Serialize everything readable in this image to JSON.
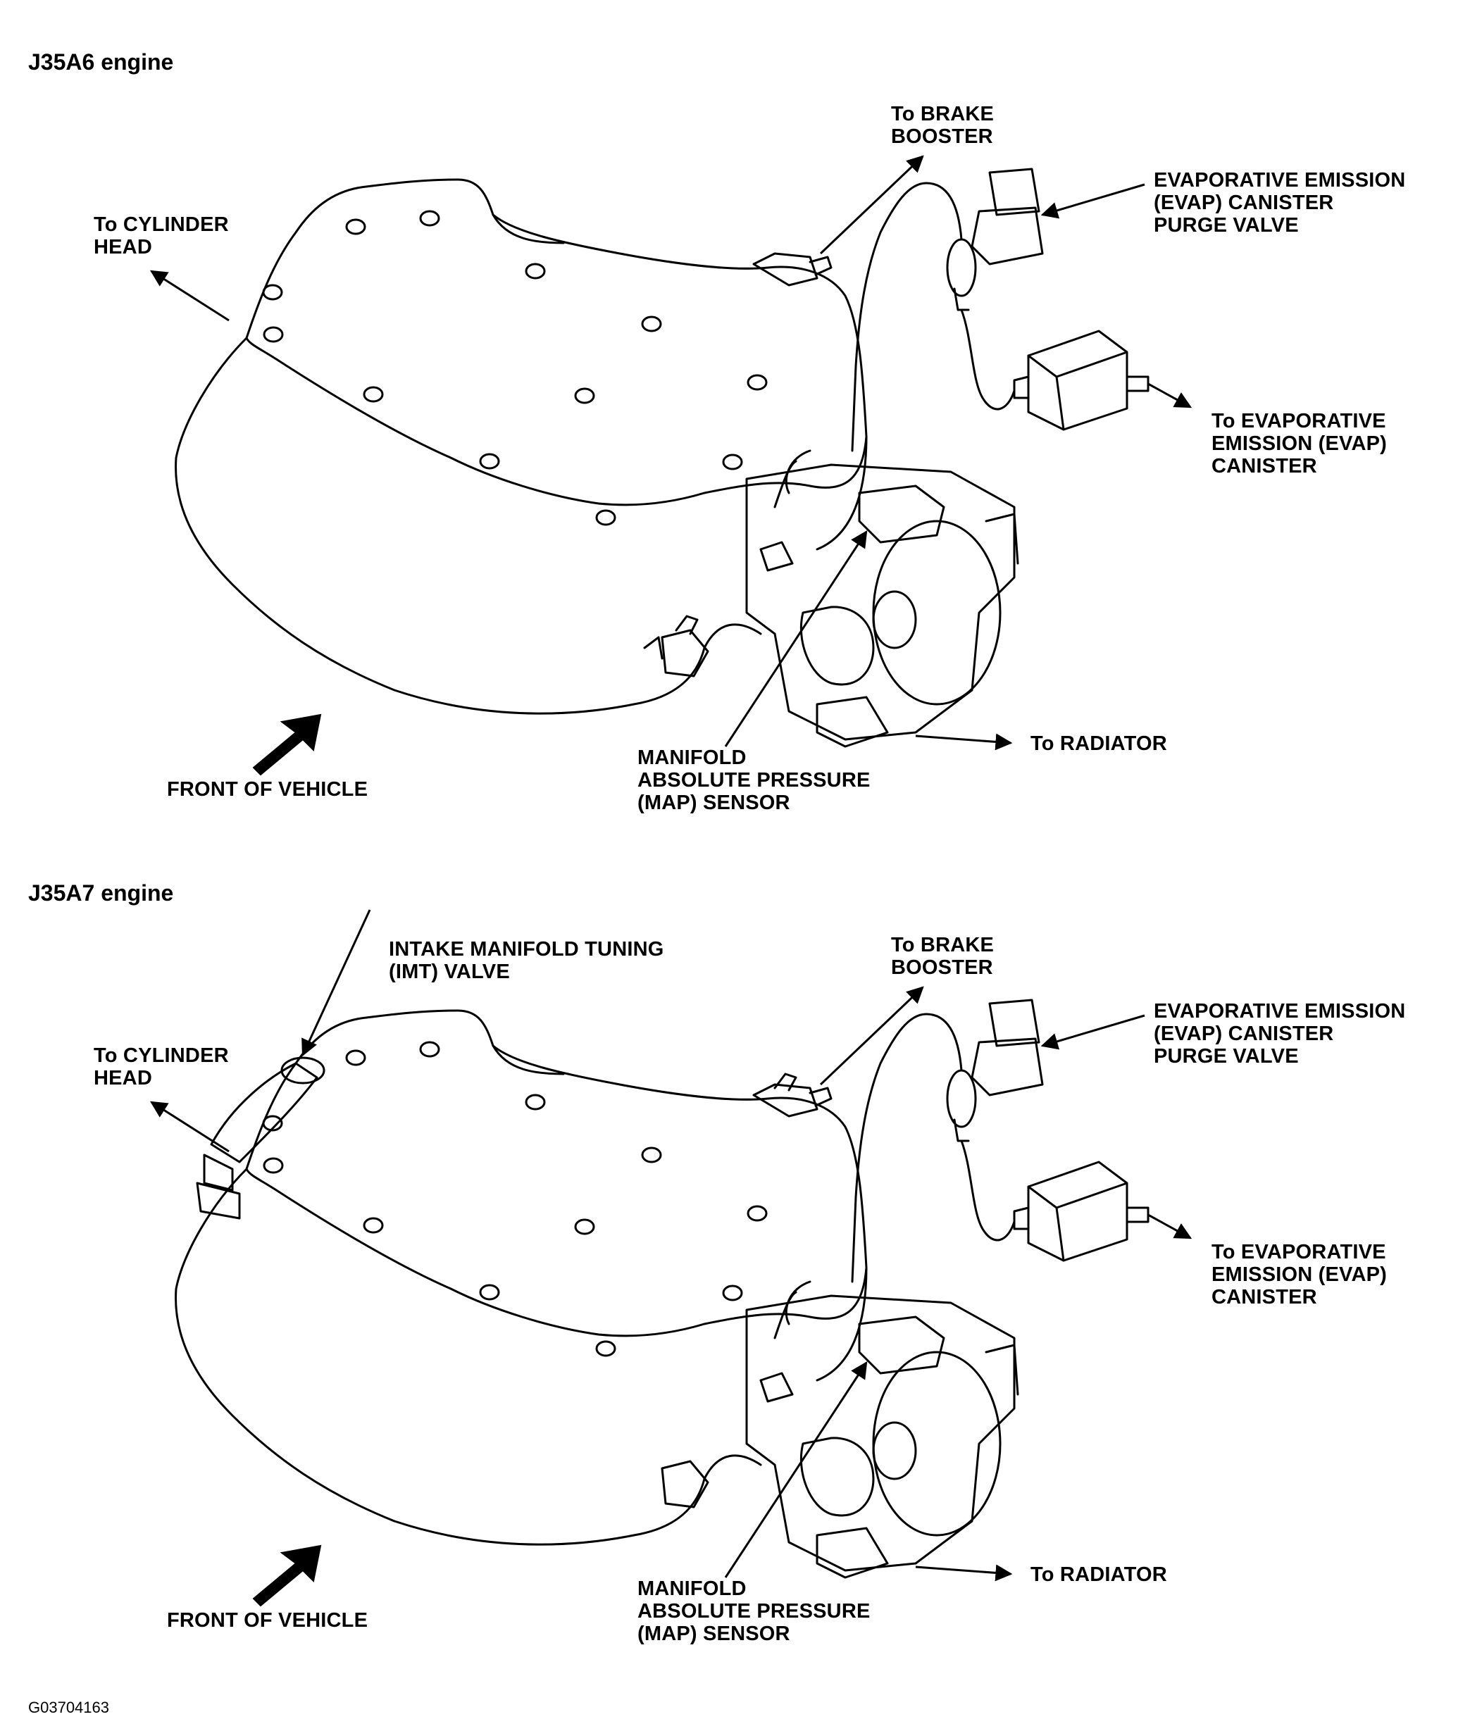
{
  "panels": [
    {
      "heading": "J35A6 engine",
      "labels": {
        "cylinder_head": "To CYLINDER\nHEAD",
        "brake_booster": "To BRAKE\nBOOSTER",
        "evap_purge_valve": "EVAPORATIVE EMISSION\n(EVAP) CANISTER\nPURGE VALVE",
        "evap_canister": "To EVAPORATIVE\nEMISSION (EVAP)\nCANISTER",
        "radiator": "To RADIATOR",
        "map_sensor": "MANIFOLD\nABSOLUTE PRESSURE\n(MAP) SENSOR",
        "front": "FRONT OF VEHICLE"
      }
    },
    {
      "heading": "J35A7 engine",
      "labels": {
        "imt_valve": "INTAKE MANIFOLD TUNING\n(IMT) VALVE",
        "cylinder_head": "To CYLINDER\nHEAD",
        "brake_booster": "To BRAKE\nBOOSTER",
        "evap_purge_valve": "EVAPORATIVE EMISSION\n(EVAP) CANISTER\nPURGE VALVE",
        "evap_canister": "To EVAPORATIVE\nEMISSION (EVAP)\nCANISTER",
        "radiator": "To RADIATOR",
        "map_sensor": "MANIFOLD\nABSOLUTE PRESSURE\n(MAP) SENSOR",
        "front": "FRONT OF VEHICLE"
      }
    }
  ],
  "figure_id": "G03704163"
}
